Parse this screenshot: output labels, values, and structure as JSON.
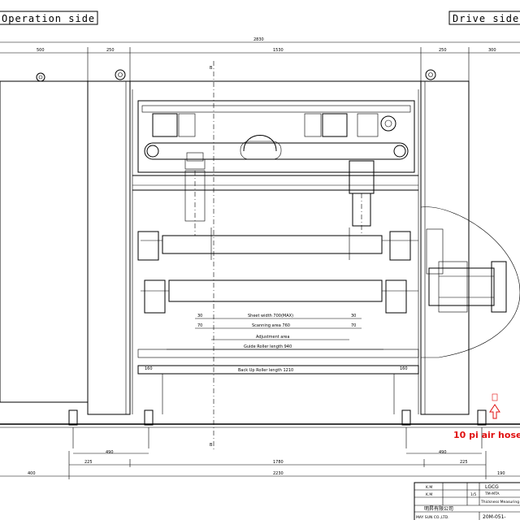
{
  "headers": {
    "operation_side": "Operation side",
    "drive_side": "Drive side"
  },
  "dimensions": {
    "overall": "2830",
    "top_500": "500",
    "top_250_left": "250",
    "top_1530": "1530",
    "top_250_right": "250",
    "top_300": "300",
    "bottom_225_left": "225",
    "bottom_1780": "1780",
    "bottom_225_right": "225",
    "bottom_2230": "2230",
    "bottom_400": "400",
    "bottom_190": "190",
    "pitch_490_left": "490",
    "pitch_490_right": "490",
    "sheet_30_left": "30",
    "sheet_30_right": "30",
    "scan_70_left": "70",
    "scan_70_right": "70",
    "backup_160_left": "160",
    "backup_160_right": "160"
  },
  "labels": {
    "sheet_width": "Sheet width 700(MAX)",
    "scanning_area": "Scanning area 760",
    "adjustment_area": "Adjustment area",
    "guide_roller": "Guide Roller length 940",
    "back_up_roller": "Back Up Roller length 1210",
    "section_mark_top": "B",
    "section_mark_bottom": "B"
  },
  "annotation": {
    "air_hose": "10 pi air hose"
  },
  "title_block": {
    "company": "MAY SUN CO.,LTD.",
    "company_cn": "明昇有限公司",
    "drawing_number": "20M-051-",
    "model": "TM-MTA",
    "title_desc": "Thickness Measuring",
    "code": "LGCG",
    "scale": "1/5",
    "drawn_by": "K.M",
    "checked_by": "K.M"
  }
}
